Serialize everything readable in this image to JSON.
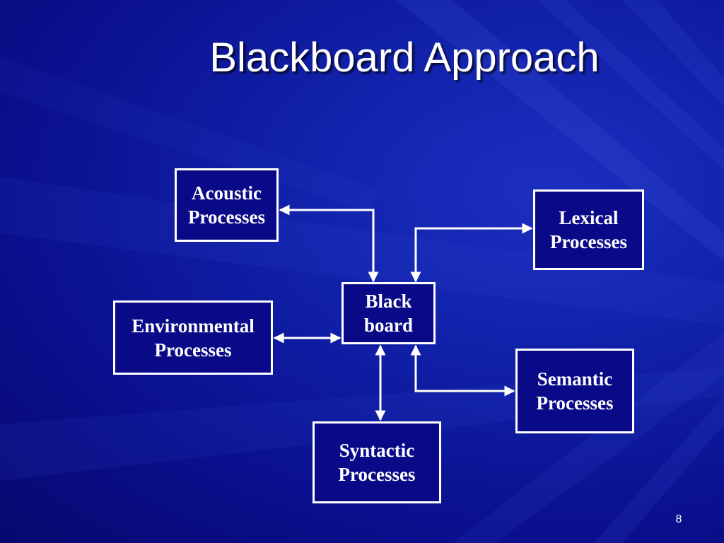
{
  "slide": {
    "title": "Blackboard Approach",
    "page_number": "8"
  },
  "diagram": {
    "nodes": {
      "acoustic": [
        "Acoustic",
        "Processes"
      ],
      "lexical": [
        "Lexical",
        "Processes"
      ],
      "blackboard": [
        "Black",
        "board"
      ],
      "environmental": [
        "Environmental",
        "Processes"
      ],
      "semantic": [
        "Semantic",
        "Processes"
      ],
      "syntactic": [
        "Syntactic",
        "Processes"
      ]
    },
    "edges": [
      {
        "from": "blackboard",
        "to": "acoustic",
        "direction": "both"
      },
      {
        "from": "blackboard",
        "to": "lexical",
        "direction": "both"
      },
      {
        "from": "blackboard",
        "to": "environmental",
        "direction": "both"
      },
      {
        "from": "blackboard",
        "to": "semantic",
        "direction": "both"
      },
      {
        "from": "blackboard",
        "to": "syntactic",
        "direction": "both"
      }
    ]
  },
  "colors": {
    "background": "#0b0b8a",
    "box_border": "#ffffff",
    "text": "#ffffff"
  }
}
